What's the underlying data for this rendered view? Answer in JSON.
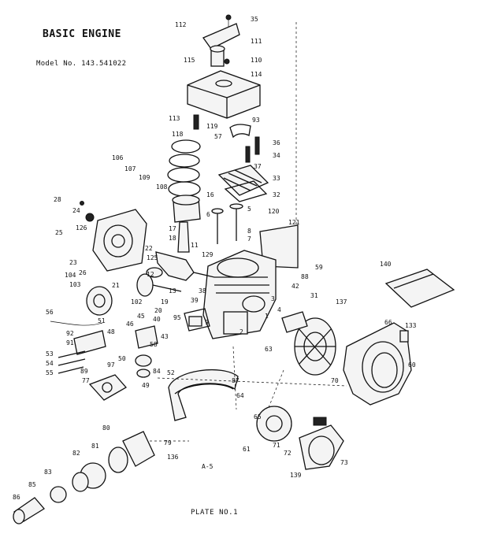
{
  "header": {
    "title": "BASIC ENGINE",
    "model": "Model No. 143.541022"
  },
  "footer": {
    "page_ref": "A-5",
    "plate": "PLATE NO.1"
  },
  "callouts": [
    "35",
    "112",
    "111",
    "115",
    "110",
    "114",
    "113",
    "118",
    "119",
    "93",
    "57",
    "36",
    "34",
    "37",
    "33",
    "32",
    "106",
    "107",
    "109",
    "108",
    "16",
    "6",
    "5",
    "120",
    "121",
    "28",
    "24",
    "17",
    "18",
    "7",
    "25",
    "126",
    "23",
    "26",
    "22",
    "12",
    "11",
    "129",
    "59",
    "88",
    "104",
    "140",
    "103",
    "21",
    "13",
    "42",
    "102",
    "31",
    "137",
    "56",
    "51",
    "45",
    "46",
    "48",
    "43",
    "19",
    "20",
    "40",
    "39",
    "38",
    "95",
    "9",
    "66",
    "133",
    "92",
    "91",
    "58",
    "53",
    "54",
    "55",
    "52",
    "84",
    "87",
    "63",
    "60",
    "89",
    "97",
    "50",
    "49",
    "77",
    "70",
    "65",
    "136",
    "64",
    "80",
    "61",
    "71",
    "72",
    "79",
    "81",
    "82",
    "139",
    "83",
    "85",
    "86",
    "73",
    "125",
    "8",
    "3",
    "4",
    "2",
    "1"
  ]
}
